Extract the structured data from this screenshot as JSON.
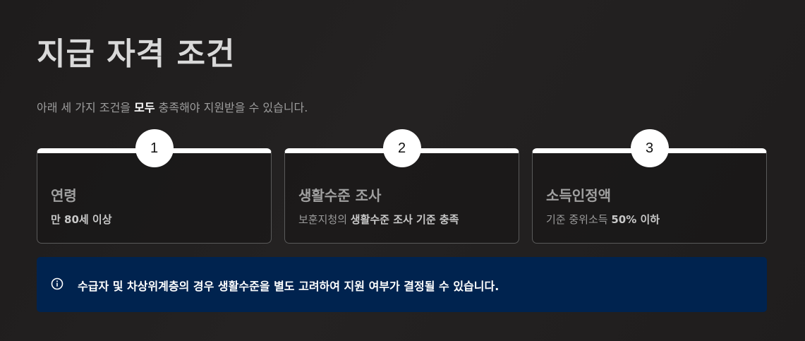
{
  "header": {
    "title": "지급 자격 조건",
    "subtitle_before": "아래 세 가지 조건을 ",
    "subtitle_bold": "모두",
    "subtitle_after": " 충족해야 지원받을 수 있습니다."
  },
  "cards": [
    {
      "number": "1",
      "title": "연령",
      "desc_before": "",
      "desc_bold": "만 80세 이상"
    },
    {
      "number": "2",
      "title": "생활수준 조사",
      "desc_before": "보훈지청의 ",
      "desc_bold": "생활수준 조사 기준 충족"
    },
    {
      "number": "3",
      "title": "소득인정액",
      "desc_before": "기준 중위소득 ",
      "desc_bold": "50% 이하"
    }
  ],
  "notice": {
    "icon": "info-icon",
    "text": "수급자 및 차상위계층의 경우 생활수준을 별도 고려하여 지원 여부가 결정될 수 있습니다."
  },
  "colors": {
    "card_accent": "#ffffff",
    "notice_background": "#00234f"
  }
}
